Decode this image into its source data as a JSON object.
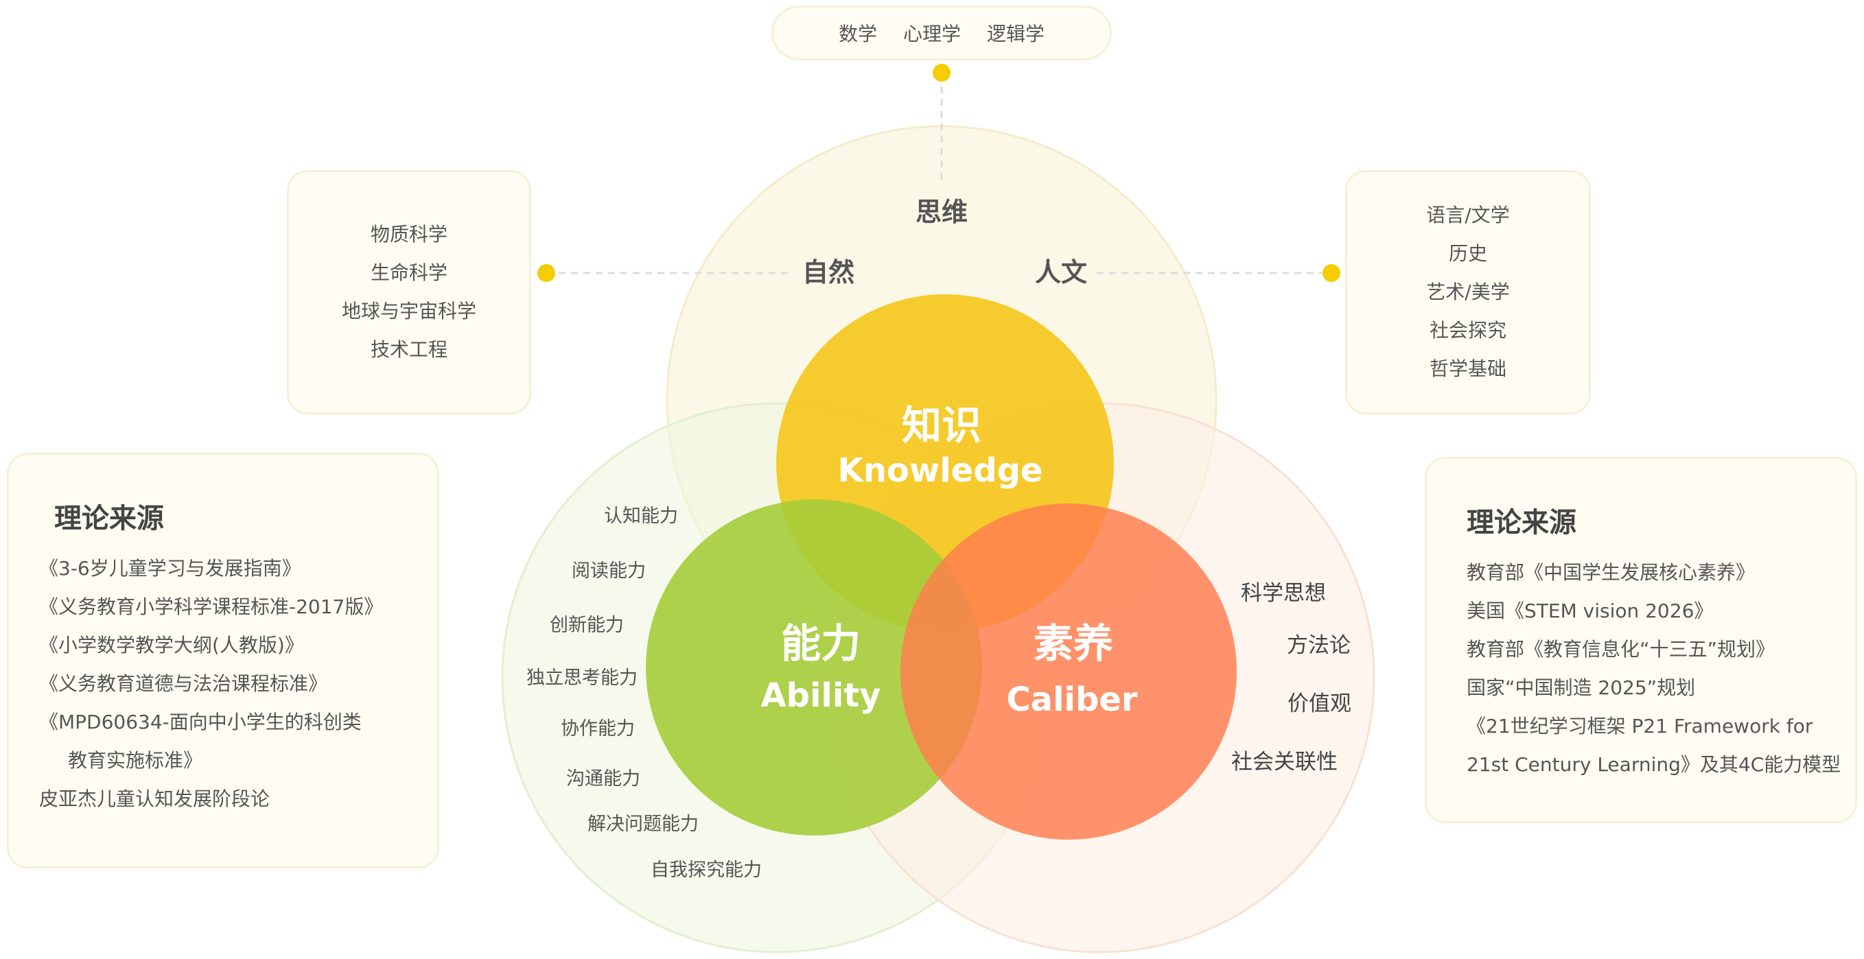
{
  "top_box": {
    "items": [
      "数学",
      "心理学",
      "逻辑学"
    ]
  },
  "outer_labels": {
    "thinking": "思维",
    "nature": "自然",
    "humanities": "人文"
  },
  "nature_box": {
    "items": [
      "物质科学",
      "生命科学",
      "地球与宇宙科学",
      "技术工程"
    ]
  },
  "humanities_box": {
    "items": [
      "语言/文学",
      "历史",
      "艺术/美学",
      "社会探究",
      "哲学基础"
    ]
  },
  "knowledge": {
    "zh": "知识",
    "en": "Knowledge"
  },
  "ability": {
    "zh": "能力",
    "en": "Ability"
  },
  "caliber": {
    "zh": "素养",
    "en": "Caliber"
  },
  "ability_items": [
    "认知能力",
    "阅读能力",
    "创新能力",
    "独立思考能力",
    "协作能力",
    "沟通能力",
    "解决问题能力",
    "自我探究能力"
  ],
  "caliber_items": [
    "科学思想",
    "方法论",
    "价值观",
    "社会关联性"
  ],
  "theory_left": {
    "title": "理论来源",
    "items": [
      "《3-6岁儿童学习与发展指南》",
      "《义务教育小学科学课程标准-2017版》",
      "《小学数学教学大纲(人教版)》",
      "《义务教育道德与法治课程标准》",
      "《MPD60634-面向中小学生的科创类",
      "教育实施标准》",
      "皮亚杰儿童认知发展阶段论"
    ]
  },
  "theory_right": {
    "title": "理论来源",
    "items": [
      "教育部《中国学生发展核心素养》",
      "美国《STEM vision 2026》",
      "教育部《教育信息化“十三五”规划》",
      "国家“中国制造 2025”规划",
      "《21世纪学习框架 P21 Framework for",
      "21st Century Learning》及其4C能力模型"
    ]
  },
  "colors": {
    "knowledge": "#f5c518",
    "ability": "#a6cc3a",
    "caliber": "#ff8255",
    "dot": "#f5cc00",
    "outer_top": "#fbf6de",
    "outer_left": "#eef6df",
    "outer_right": "#fdeee4"
  }
}
